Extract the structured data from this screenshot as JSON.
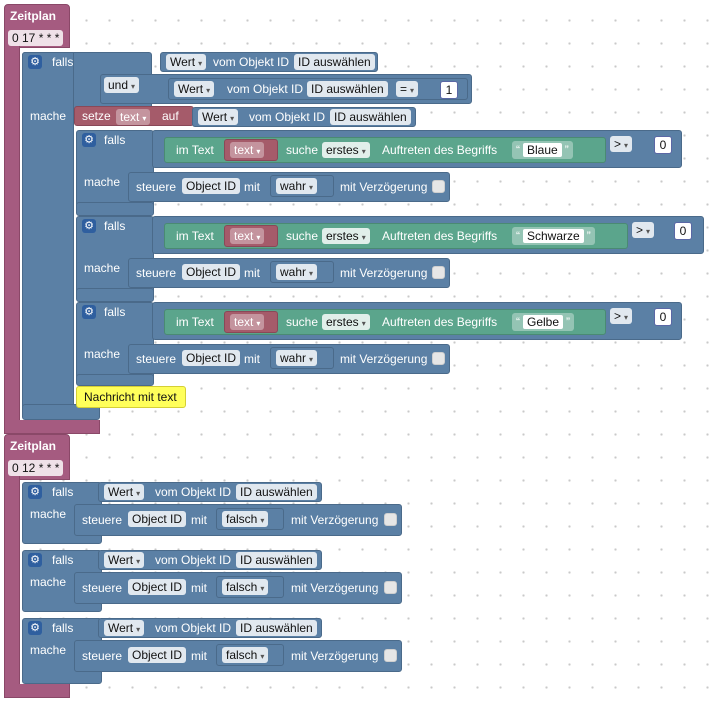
{
  "labels": {
    "zeitplan": "Zeitplan",
    "falls": "falls",
    "mache": "mache",
    "und": "und",
    "vom_objekt": "vom Objekt ID",
    "wert": "Wert",
    "id_select": "ID auswählen",
    "eq": "=",
    "gt": ">",
    "setze": "setze",
    "text_var": "text",
    "auf": "auf",
    "im_text": "im Text",
    "suche": "suche",
    "erstes": "erstes",
    "auftreten": "Auftreten des Begriffs",
    "steuere": "steuere",
    "object_id": "Object ID",
    "mit": "mit",
    "wahr": "wahr",
    "falsch": "falsch",
    "verzoegerung": "mit Verzögerung",
    "nachricht": "Nachricht mit text",
    "quote_open": "“",
    "quote_close": "”"
  },
  "schedule1": {
    "cron": "0 17 * * *",
    "cond_number": "1"
  },
  "searches": [
    {
      "term": "Blaue",
      "op": ">",
      "value": "0"
    },
    {
      "term": "Schwarze",
      "op": ">",
      "value": "0"
    },
    {
      "term": "Gelbe",
      "op": ">",
      "value": "0"
    }
  ],
  "schedule2": {
    "cron": "0 12 * * *"
  },
  "icons": {
    "gear": "gear-icon",
    "dropdown": "dropdown-arrow-icon",
    "checkbox": "checkbox-icon"
  }
}
